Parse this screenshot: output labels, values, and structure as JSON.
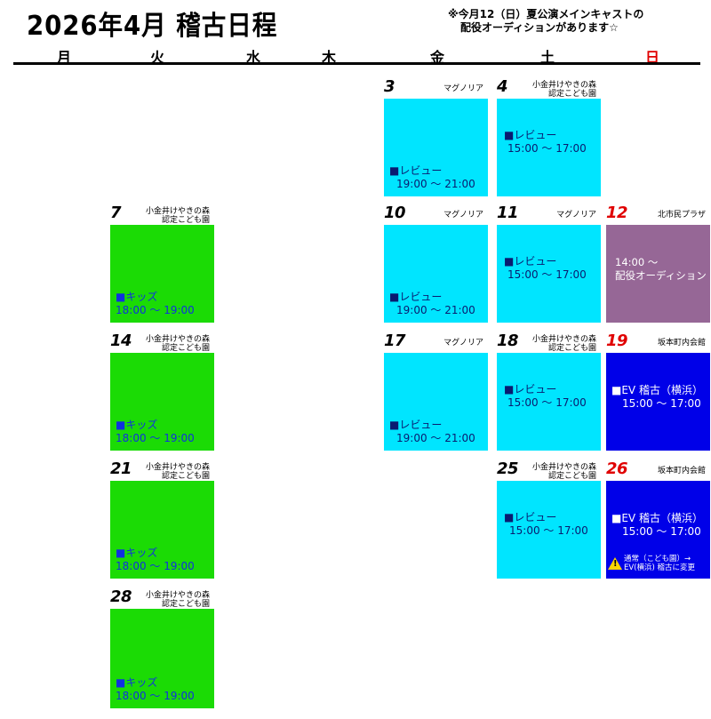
{
  "header": {
    "title": "2026年4月 稽古日程",
    "notice_line1": "※今月12（日）夏公演メインキャストの",
    "notice_line2": "配役オーディションがあります☆"
  },
  "weekdays": [
    "月",
    "火",
    "水",
    "木",
    "金",
    "土",
    "日"
  ],
  "venues": {
    "koganei": [
      "小金井けやきの森",
      "認定こども園"
    ],
    "magnolia": "マグノリア",
    "kitaichi": "北市民プラザ",
    "sakamoto": "坂本町内会館"
  },
  "days": {
    "d3": {
      "num": "3",
      "venue": "マグノリア",
      "event": "■レビュー",
      "time": "19:00 ～ 21:00"
    },
    "d4": {
      "num": "4",
      "venue1": "小金井けやきの森",
      "venue2": "認定こども園",
      "event": "■レビュー",
      "time": "15:00 ～ 17:00"
    },
    "d7": {
      "num": "7",
      "venue1": "小金井けやきの森",
      "venue2": "認定こども園",
      "event": "■キッズ",
      "time": "18:00 ～ 19:00"
    },
    "d10": {
      "num": "10",
      "venue": "マグノリア",
      "event": "■レビュー",
      "time": "19:00 ～ 21:00"
    },
    "d11": {
      "num": "11",
      "venue": "マグノリア",
      "event": "■レビュー",
      "time": "15:00 ～ 17:00"
    },
    "d12": {
      "num": "12",
      "venue": "北市民プラザ",
      "time": "14:00 ～",
      "event": "配役オーディション"
    },
    "d14": {
      "num": "14",
      "venue1": "小金井けやきの森",
      "venue2": "認定こども園",
      "event": "■キッズ",
      "time": "18:00 ～ 19:00"
    },
    "d17": {
      "num": "17",
      "venue": "マグノリア",
      "event": "■レビュー",
      "time": "19:00 ～ 21:00"
    },
    "d18": {
      "num": "18",
      "venue1": "小金井けやきの森",
      "venue2": "認定こども園",
      "event": "■レビュー",
      "time": "15:00 ～ 17:00"
    },
    "d19": {
      "num": "19",
      "venue": "坂本町内会館",
      "event": "■EV 稽古（横浜）",
      "time": "15:00 ～ 17:00"
    },
    "d21": {
      "num": "21",
      "venue1": "小金井けやきの森",
      "venue2": "認定こども園",
      "event": "■キッズ",
      "time": "18:00 ～ 19:00"
    },
    "d25": {
      "num": "25",
      "venue1": "小金井けやきの森",
      "venue2": "認定こども園",
      "event": "■レビュー",
      "time": "15:00 ～ 17:00"
    },
    "d26": {
      "num": "26",
      "venue": "坂本町内会館",
      "event": "■EV 稽古（横浜）",
      "time": "15:00 ～ 17:00",
      "warn1": "通常（こども園）→",
      "warn2": "EV(横浜) 稽古に変更"
    },
    "d28": {
      "num": "28",
      "venue1": "小金井けやきの森",
      "venue2": "認定こども園",
      "event": "■キッズ",
      "time": "18:00 ～ 19:00"
    }
  },
  "icons": {
    "warning": "warning-triangle-icon"
  },
  "colors": {
    "review": "#00e5ff",
    "kids": "#1bdb05",
    "audition": "#966796",
    "ev": "#0000e8",
    "sunday": "#e00000"
  }
}
